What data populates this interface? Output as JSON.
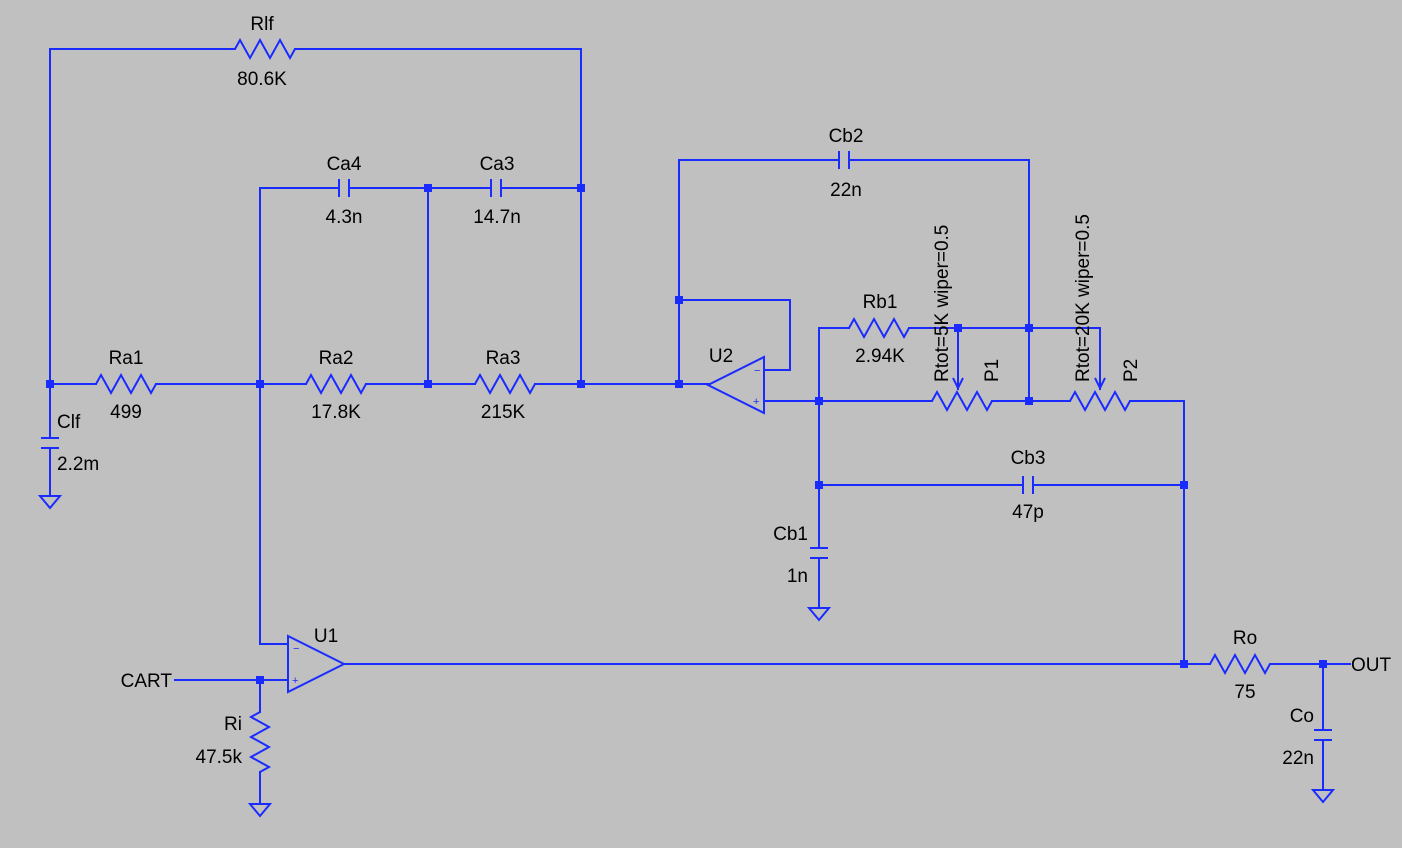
{
  "colors": {
    "background": "#c0c0c0",
    "wire": "#1a2bff",
    "text": "#000000"
  },
  "components": {
    "Rlf": {
      "ref": "Rlf",
      "value": "80.6K"
    },
    "Ca4": {
      "ref": "Ca4",
      "value": "4.3n"
    },
    "Ca3": {
      "ref": "Ca3",
      "value": "14.7n"
    },
    "Cb2": {
      "ref": "Cb2",
      "value": "22n"
    },
    "Ra1": {
      "ref": "Ra1",
      "value": "499"
    },
    "Ra2": {
      "ref": "Ra2",
      "value": "17.8K"
    },
    "Ra3": {
      "ref": "Ra3",
      "value": "215K"
    },
    "Clf": {
      "ref": "Clf",
      "value": "2.2m"
    },
    "Rb1": {
      "ref": "Rb1",
      "value": "2.94K"
    },
    "P1": {
      "ref": "P1",
      "value": "Rtot=5K wiper=0.5"
    },
    "P2": {
      "ref": "P2",
      "value": "Rtot=20K wiper=0.5"
    },
    "Cb3": {
      "ref": "Cb3",
      "value": "47p"
    },
    "Cb1": {
      "ref": "Cb1",
      "value": "1n"
    },
    "U1": {
      "ref": "U1"
    },
    "U2": {
      "ref": "U2"
    },
    "Ro": {
      "ref": "Ro",
      "value": "75"
    },
    "Ri": {
      "ref": "Ri",
      "value": "47.5k"
    },
    "Co": {
      "ref": "Co",
      "value": "22n"
    }
  },
  "opamp_pins": {
    "minus": "−",
    "plus": "+"
  },
  "nets": {
    "input": "CART",
    "output": "OUT"
  }
}
